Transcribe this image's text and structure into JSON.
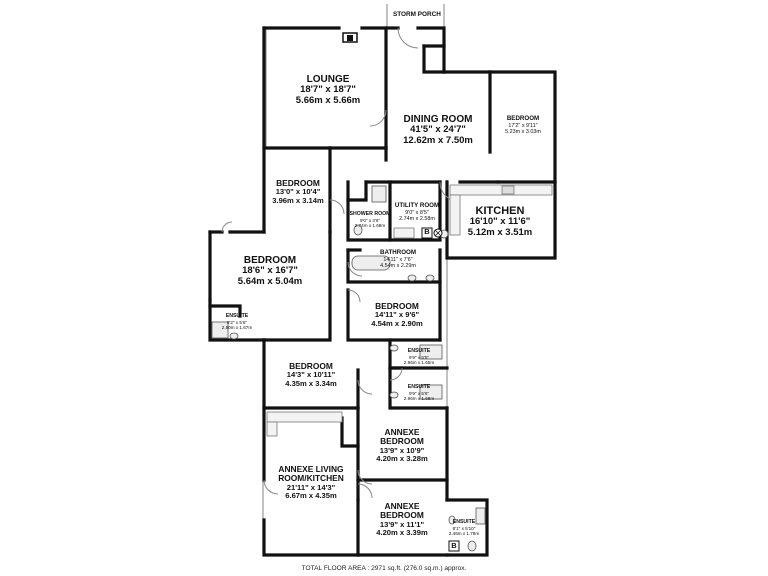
{
  "storm_porch": "STORM PORCH",
  "rooms": {
    "lounge": {
      "name": "LOUNGE",
      "imperial": "18'7\" x 18'7\"",
      "metric": "5.66m x 5.66m"
    },
    "dining": {
      "name": "DINING ROOM",
      "imperial": "41'5\" x 24'7\"",
      "metric": "12.62m x 7.50m"
    },
    "bedroom_ne": {
      "name": "BEDROOM",
      "imperial": "17'2\" x 9'11\"",
      "metric": "5.23m x 3.03m"
    },
    "bedroom_mid": {
      "name": "BEDROOM",
      "imperial": "13'0\" x 10'4\"",
      "metric": "3.96m x 3.14m"
    },
    "shower": {
      "name": "SHOWER ROOM",
      "imperial": "9'0\" x 3'6\"",
      "metric": "2.74m x 1.68m"
    },
    "utility": {
      "name": "UTILITY ROOM",
      "imperial": "9'0\" x 8'5\"",
      "metric": "2.74m x 2.58m"
    },
    "kitchen": {
      "name": "KITCHEN",
      "imperial": "16'10\" x 11'6\"",
      "metric": "5.12m x 3.51m"
    },
    "bedroom_large": {
      "name": "BEDROOM",
      "imperial": "18'6\" x 16'7\"",
      "metric": "5.64m x 5.04m"
    },
    "bathroom": {
      "name": "BATHROOM",
      "imperial": "14'11\" x 7'6\"",
      "metric": "4.54m x 2.29m"
    },
    "ensuite_w": {
      "name": "ENSUITE",
      "imperial": "8'2\" x 5'6\"",
      "metric": "2.50m x 1.67m"
    },
    "bedroom_c": {
      "name": "BEDROOM",
      "imperial": "14'11\" x 9'6\"",
      "metric": "4.54m x 2.90m"
    },
    "ensuite_1": {
      "name": "ENSUITE",
      "imperial": "9'9\" x 5'5\"",
      "metric": "2.96m x 1.65m"
    },
    "ensuite_2": {
      "name": "ENSUITE",
      "imperial": "9'9\" x 5'6\"",
      "metric": "2.96m x 1.68m"
    },
    "bedroom_s": {
      "name": "BEDROOM",
      "imperial": "14'3\" x 10'11\"",
      "metric": "4.35m x 3.34m"
    },
    "annexe_bed_1": {
      "name": "ANNEXE BEDROOM",
      "imperial": "13'9\" x 10'9\"",
      "metric": "4.20m x 3.28m"
    },
    "annexe_living": {
      "name": "ANNEXE LIVING ROOM/KITCHEN",
      "imperial": "21'11\" x 14'3\"",
      "metric": "6.67m x 4.35m"
    },
    "annexe_bed_2": {
      "name": "ANNEXE BEDROOM",
      "imperial": "13'9\" x 11'1\"",
      "metric": "4.20m x 3.39m"
    },
    "ensuite_3": {
      "name": "ENSUITE",
      "imperial": "8'1\" x 5'10\"",
      "metric": "2.46m x 1.78m"
    }
  },
  "footer": "TOTAL FLOOR AREA : 2971 sq.ft. (276.0 sq.m.) approx.",
  "fixture_labels": {
    "boiler_1": "B",
    "boiler_2": "B"
  },
  "colors": {
    "walls": "#111111",
    "background": "#ffffff"
  }
}
